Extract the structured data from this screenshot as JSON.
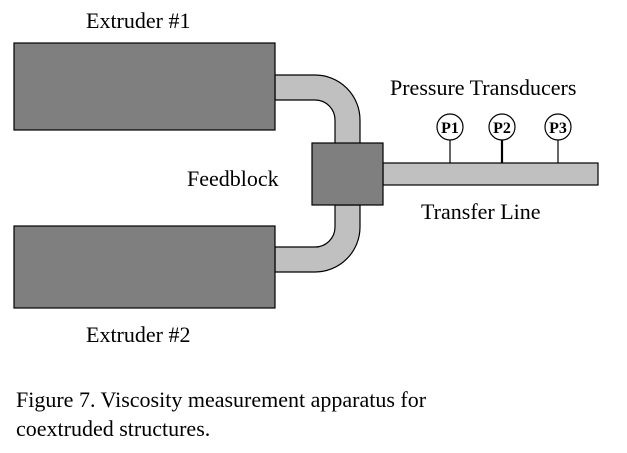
{
  "diagram": {
    "extruder_1_label": "Extruder #1",
    "extruder_2_label": "Extruder #2",
    "feedblock_label": "Feedblock",
    "pressure_transducers_label": "Pressure Transducers",
    "transfer_line_label": "Transfer Line",
    "transducers": [
      "P1",
      "P2",
      "P3"
    ],
    "colors": {
      "extruder_fill": "#7f7f7f",
      "pipe_fill": "#c0c0c0",
      "outline": "#000000",
      "transducer_fill": "#ffffff"
    }
  },
  "caption": {
    "line1": "Figure 7.  Viscosity measurement apparatus for",
    "line2": "coextruded structures."
  }
}
